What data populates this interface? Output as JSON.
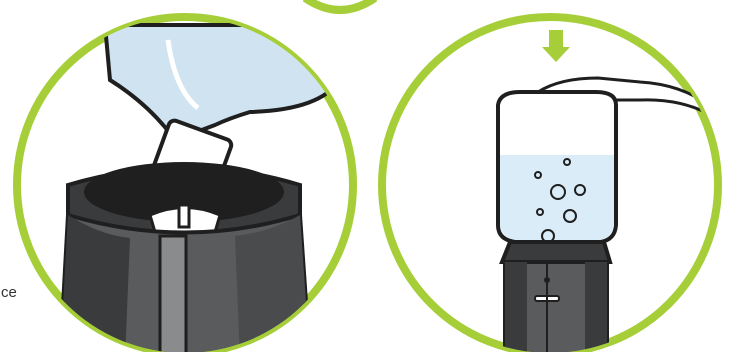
{
  "colors": {
    "accent_ring": "#a6ce39",
    "dark_base": "#3a3b3d",
    "mid_base": "#5a5b5d",
    "stripe": "#8a8b8d",
    "water": "#d9ecf8",
    "bottle_glass": "#cfe3f1",
    "outline": "#1f1f1f"
  },
  "cropped_text": "ce",
  "panels": [
    {
      "id": "insert-bottle",
      "description_icon": "bottle-tilted-into-base"
    },
    {
      "id": "press-down",
      "description_icon": "arrow-down-icon"
    }
  ],
  "icons": [
    "arrow-down-icon",
    "hand-icon",
    "bubbles-icon"
  ]
}
